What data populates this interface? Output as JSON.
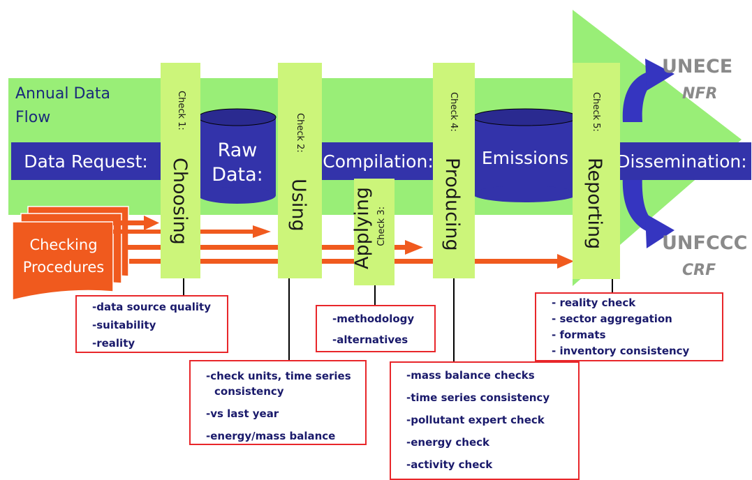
{
  "flow_label": "Annual Data Flow",
  "stages": {
    "data_request": "Data Request:",
    "raw_data": "Raw Data:",
    "compilation": "Compilation:",
    "emissions": "Emissions",
    "dissemination": "Dissemination:"
  },
  "checks": [
    {
      "small": "Check 1:",
      "big": "Choosing"
    },
    {
      "small": "Check 2:",
      "big": "Using"
    },
    {
      "small": "Check 3:",
      "big": "Applying"
    },
    {
      "small": "Check 4:",
      "big": "Producing"
    },
    {
      "small": "Check 5:",
      "big": "Reporting"
    }
  ],
  "procedures_label": "Checking Procedures",
  "destinations": [
    {
      "name": "UNECE",
      "format": "NFR"
    },
    {
      "name": "UNFCCC",
      "format": "CRF"
    }
  ],
  "check_details": {
    "choosing": [
      "-data source quality",
      "-suitability",
      "-reality"
    ],
    "using": [
      "-check units, time series",
      "consistency",
      "-vs last year",
      "-energy/mass balance"
    ],
    "applying": [
      "-methodology",
      "-alternatives"
    ],
    "producing": [
      "-mass balance checks",
      "-time series consistency",
      "-pollutant expert check",
      "-energy check",
      "-activity check"
    ],
    "reporting": [
      "- reality check",
      "- sector aggregation",
      "- formats",
      "- inventory consistency"
    ]
  },
  "colors": {
    "flow_green": "#99ee77",
    "check_green": "#ccf57a",
    "stage_blue": "#3333aa",
    "procedure_orange": "#f05a1e",
    "detail_border": "#e8262a",
    "dest_arrow_blue": "#3535c0"
  }
}
